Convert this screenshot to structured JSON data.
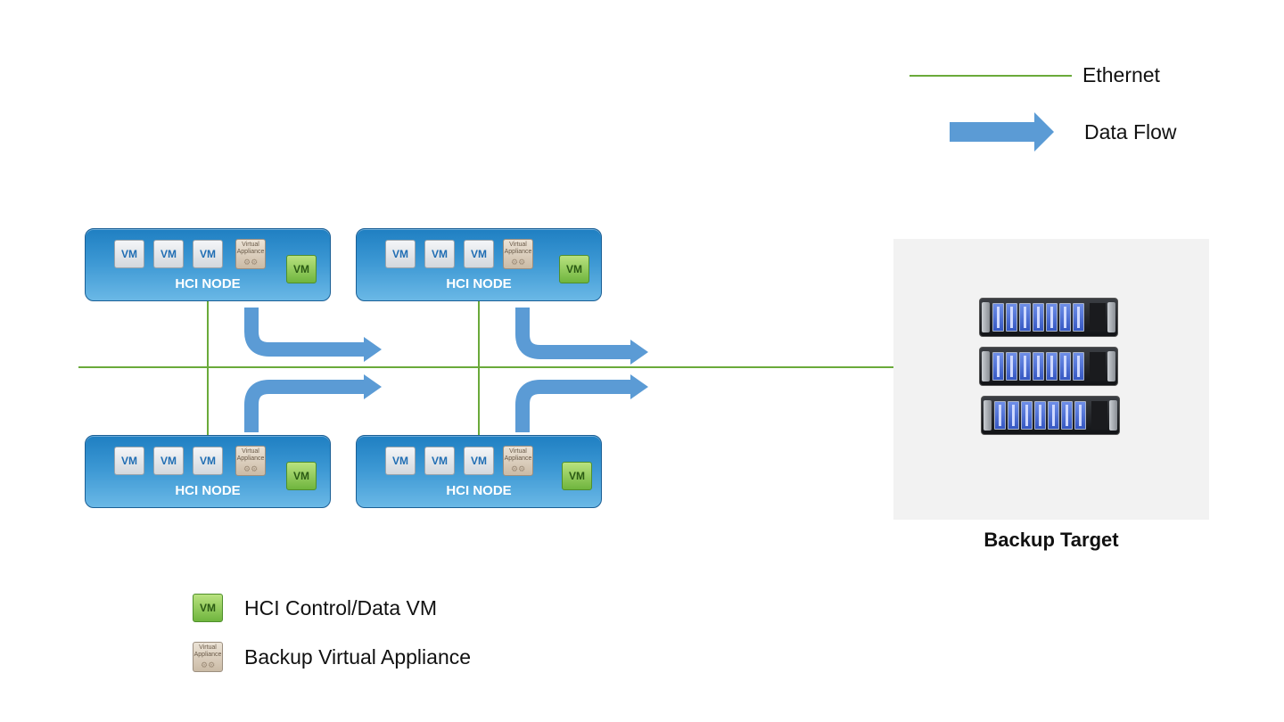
{
  "legend": {
    "ethernet_label": "Ethernet",
    "data_flow_label": "Data Flow",
    "ethernet_color": "#6aaa3a",
    "data_flow_color": "#5b9bd5"
  },
  "nodes": [
    {
      "label": "HCI NODE",
      "vms": [
        "VM",
        "VM",
        "VM"
      ],
      "appliance_text": "Virtual Appliance",
      "control_vm": "VM"
    },
    {
      "label": "HCI NODE",
      "vms": [
        "VM",
        "VM",
        "VM"
      ],
      "appliance_text": "Virtual Appliance",
      "control_vm": "VM"
    },
    {
      "label": "HCI NODE",
      "vms": [
        "VM",
        "VM",
        "VM"
      ],
      "appliance_text": "Virtual Appliance",
      "control_vm": "VM"
    },
    {
      "label": "HCI NODE",
      "vms": [
        "VM",
        "VM",
        "VM"
      ],
      "appliance_text": "Virtual Appliance",
      "control_vm": "VM"
    }
  ],
  "backup_target": {
    "label": "Backup Target",
    "server_count": 3
  },
  "key": {
    "control_vm_icon_text": "VM",
    "control_vm_label": "HCI Control/Data VM",
    "appliance_icon_text": "Virtual Appliance",
    "appliance_label": "Backup Virtual Appliance"
  },
  "colors": {
    "node_gradient_top": "#1f7fc2",
    "node_gradient_bottom": "#6ab8e6",
    "control_vm_green": "#6fb53e",
    "appliance_tan": "#cbbba6",
    "server_bay_blue": "#3557c2"
  },
  "icons": [
    "vm-icon",
    "virtual-appliance-icon",
    "control-vm-icon",
    "server-icon",
    "arrow-icon"
  ]
}
